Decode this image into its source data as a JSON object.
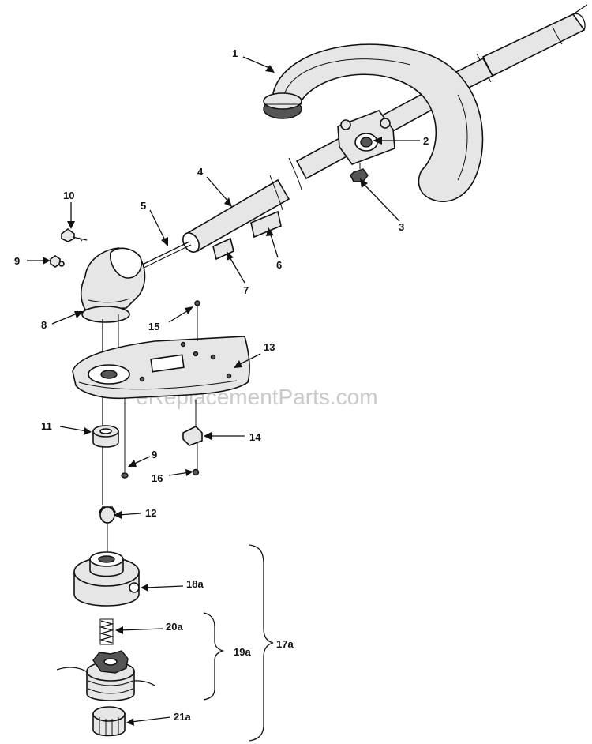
{
  "watermark": "eReplacementParts.com",
  "callouts": [
    {
      "id": "1",
      "label": "1"
    },
    {
      "id": "2",
      "label": "2"
    },
    {
      "id": "3",
      "label": "3"
    },
    {
      "id": "4",
      "label": "4"
    },
    {
      "id": "5",
      "label": "5"
    },
    {
      "id": "6",
      "label": "6"
    },
    {
      "id": "7",
      "label": "7"
    },
    {
      "id": "8",
      "label": "8"
    },
    {
      "id": "9a",
      "label": "9"
    },
    {
      "id": "10",
      "label": "10"
    },
    {
      "id": "11",
      "label": "11"
    },
    {
      "id": "9b",
      "label": "9"
    },
    {
      "id": "12",
      "label": "12"
    },
    {
      "id": "13",
      "label": "13"
    },
    {
      "id": "14",
      "label": "14"
    },
    {
      "id": "15",
      "label": "15"
    },
    {
      "id": "16",
      "label": "16"
    },
    {
      "id": "17a",
      "label": "17a"
    },
    {
      "id": "18a",
      "label": "18a"
    },
    {
      "id": "19a",
      "label": "19a"
    },
    {
      "id": "20a",
      "label": "20a"
    },
    {
      "id": "21a",
      "label": "21a"
    }
  ]
}
